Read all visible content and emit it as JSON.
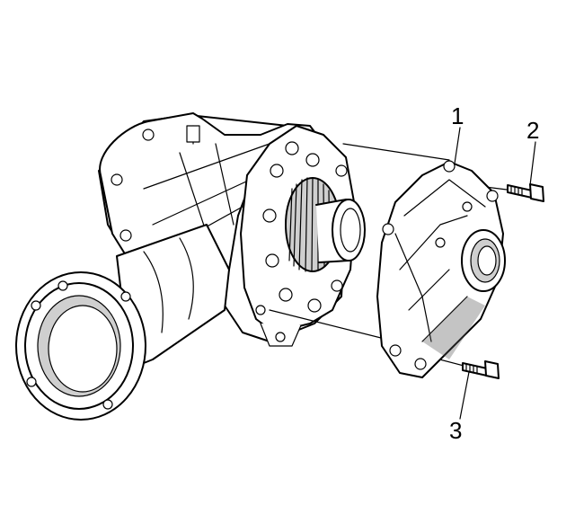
{
  "callouts": [
    {
      "id": "1",
      "label": "1"
    },
    {
      "id": "2",
      "label": "2"
    },
    {
      "id": "3",
      "label": "3"
    }
  ],
  "colors": {
    "line": "#000000",
    "background": "#ffffff",
    "shade": "#cfcfcf"
  }
}
